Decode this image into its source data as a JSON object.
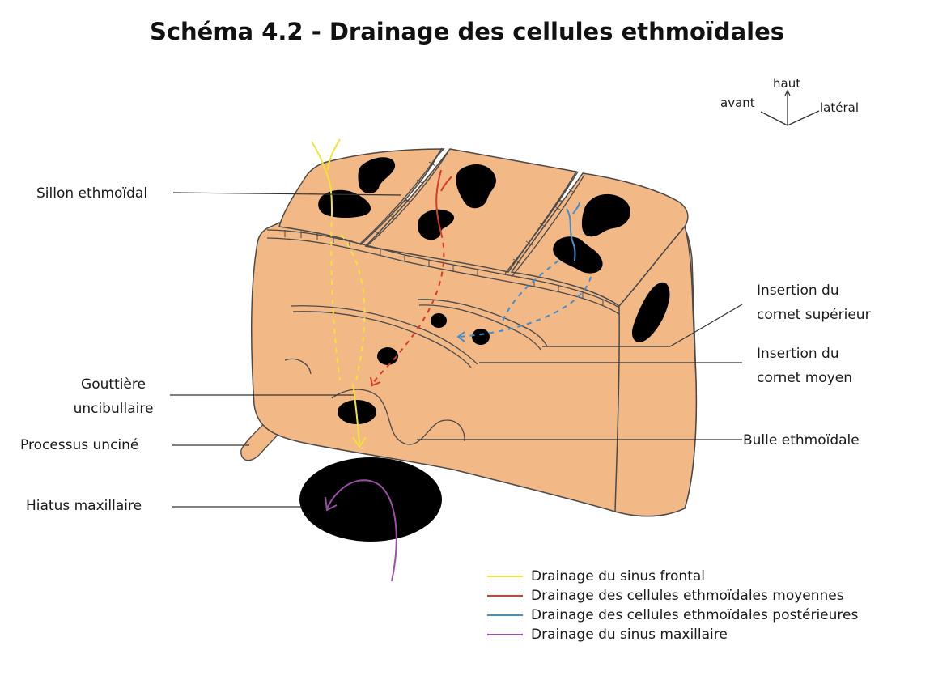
{
  "title": "Schéma 4.2 - Drainage des cellules ethmoïdales",
  "orientation": {
    "up": "haut",
    "front": "avant",
    "lateral": "latéral"
  },
  "labels": {
    "sillon": "Sillon ethmoïdal",
    "gouttiere_1": "Gouttière",
    "gouttiere_2": "uncibullaire",
    "processus": "Processus unciné",
    "hiatus": "Hiatus maxillaire",
    "cornet_sup_1": "Insertion du",
    "cornet_sup_2": "cornet supérieur",
    "cornet_moy_1": "Insertion du",
    "cornet_moy_2": "cornet moyen",
    "bulle": "Bulle ethmoïdale"
  },
  "legend": [
    {
      "label": "Drainage du sinus frontal",
      "color": "#f2e23a"
    },
    {
      "label": "Drainage des cellules ethmoïdales moyennes",
      "color": "#d83a2b"
    },
    {
      "label": "Drainage des cellules ethmoïdales postérieures",
      "color": "#3f8fd0"
    },
    {
      "label": "Drainage du sinus maxillaire",
      "color": "#9b4fa6"
    }
  ],
  "colors": {
    "bone": "#f2b886",
    "outline": "#4a4a4a",
    "cavity": "#000000"
  }
}
